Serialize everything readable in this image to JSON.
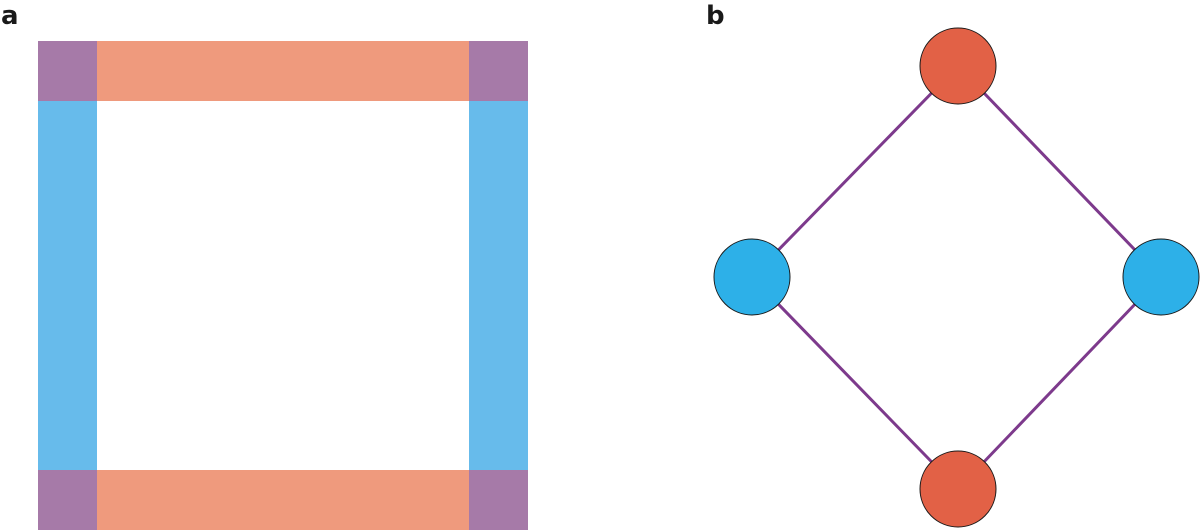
{
  "panels": {
    "a": {
      "label": "a"
    },
    "b": {
      "label": "b"
    }
  },
  "colors": {
    "horizontal_band": "#ef9a7d",
    "vertical_band": "#67bbeb",
    "overlap": "#a67aa8",
    "red_node": "#e26146",
    "blue_node": "#2db0e8",
    "edge": "#7d3a8c",
    "node_outline": "#1a1a1a",
    "label_text": "#1a1a1a"
  },
  "diagram_b": {
    "nodes": [
      {
        "id": "top",
        "kind": "red"
      },
      {
        "id": "left",
        "kind": "blue"
      },
      {
        "id": "right",
        "kind": "blue"
      },
      {
        "id": "bottom",
        "kind": "red"
      }
    ],
    "edges": [
      [
        "top",
        "left"
      ],
      [
        "top",
        "right"
      ],
      [
        "left",
        "bottom"
      ],
      [
        "right",
        "bottom"
      ]
    ]
  }
}
